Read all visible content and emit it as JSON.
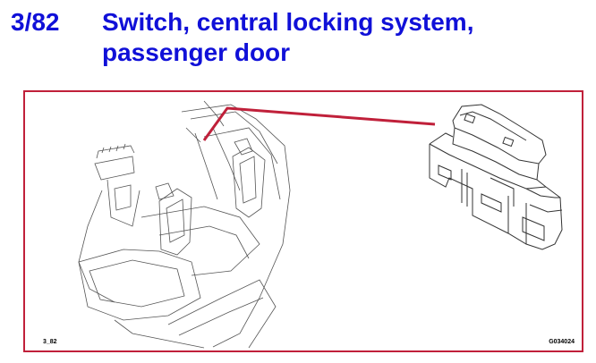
{
  "header": {
    "number": "3/82",
    "title": "Switch, central locking system, passenger door"
  },
  "figure": {
    "ref_left": "3_82",
    "ref_right": "G034024"
  },
  "colors": {
    "title": "#1010d8",
    "frame": "#c0203a",
    "leader": "#c0203a",
    "line_art": "#555555"
  }
}
